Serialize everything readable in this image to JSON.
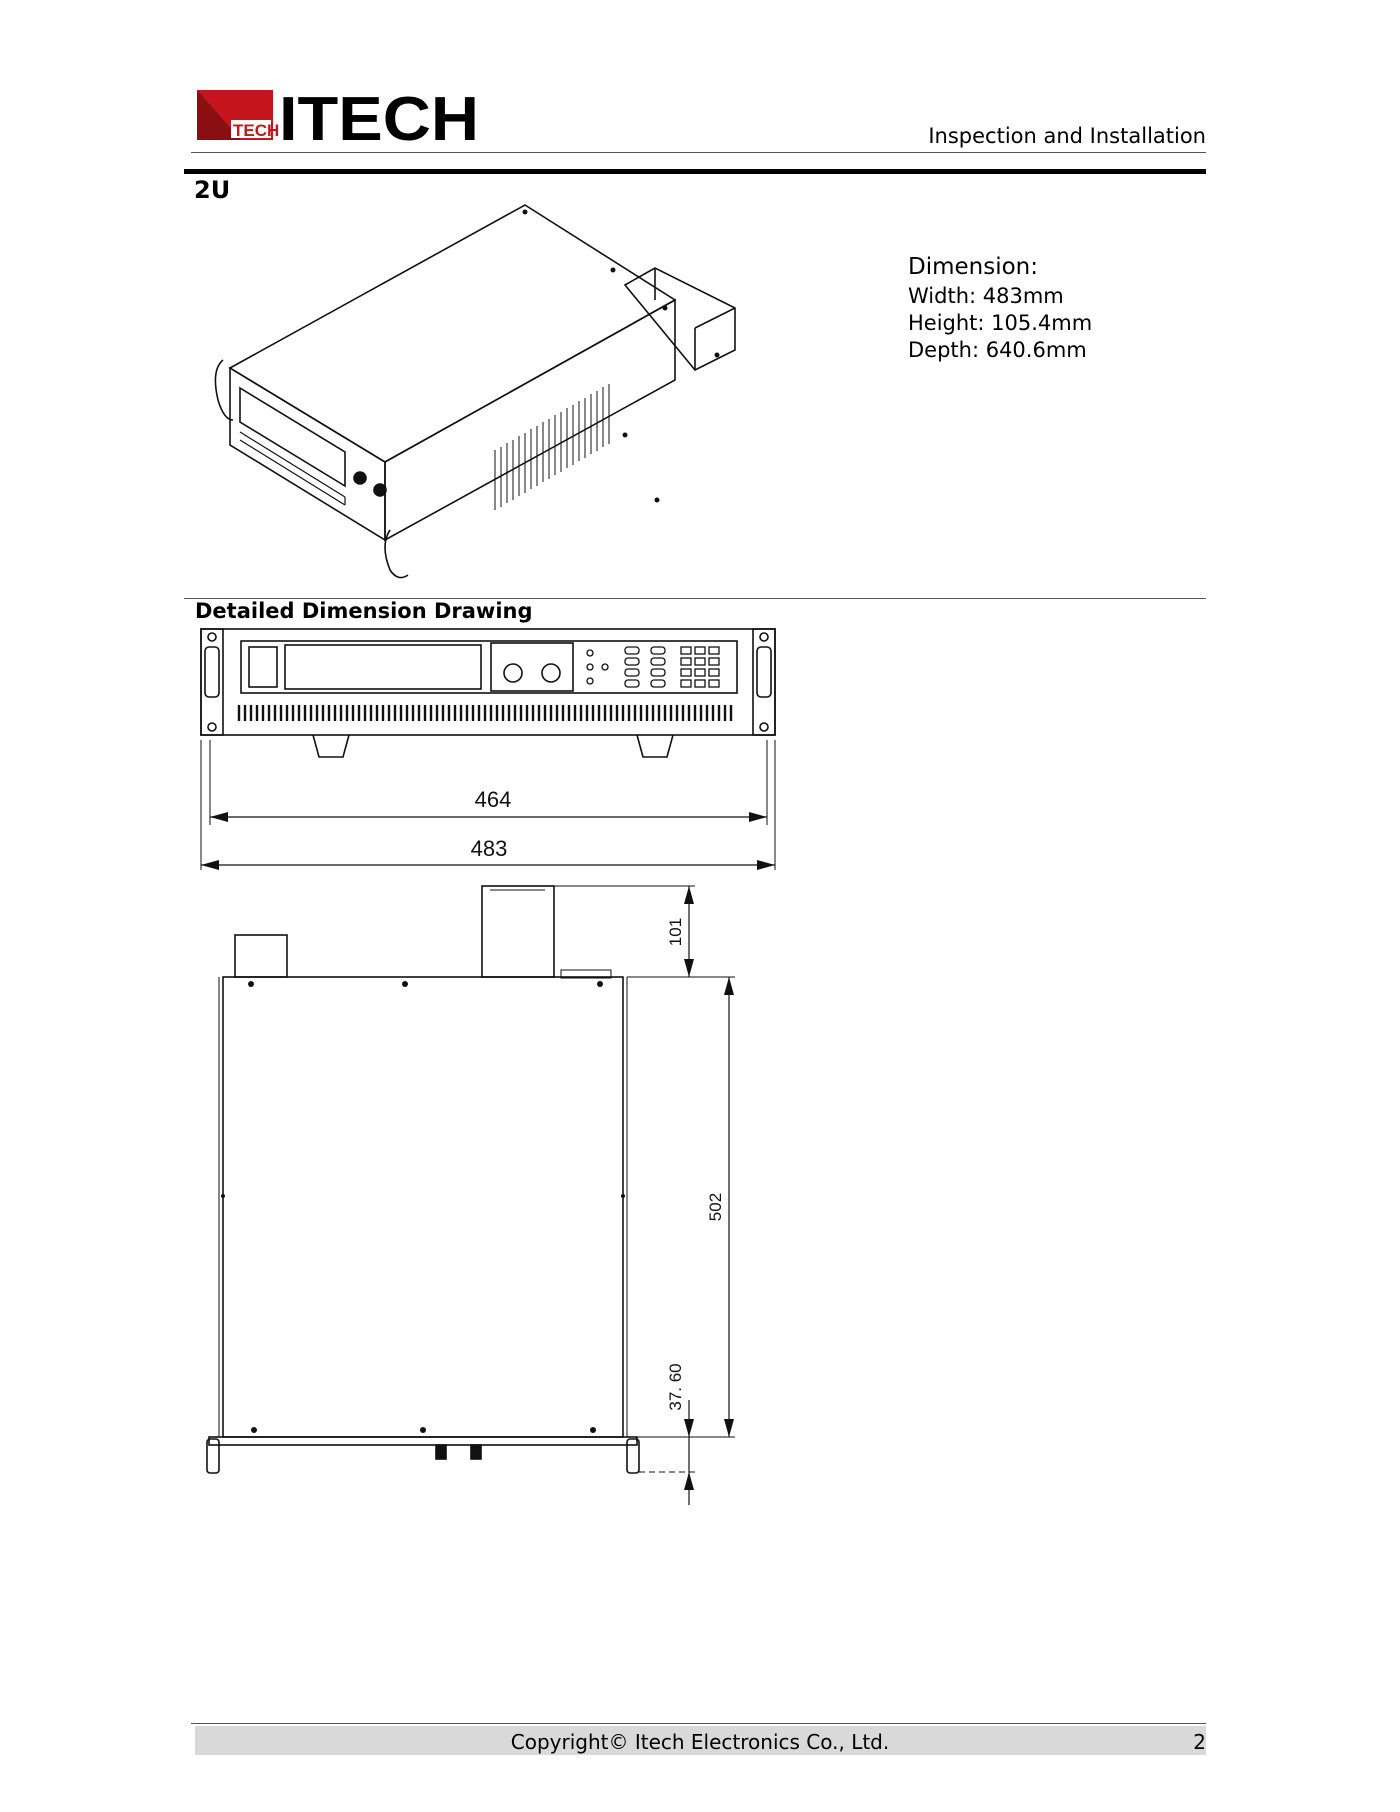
{
  "header": {
    "logo_small_text": "TECH",
    "logo_main_text": "ITECH",
    "section": "Inspection and Installation",
    "brand_color": "#c4161c"
  },
  "model_title": "2U",
  "dimension": {
    "heading": "Dimension:",
    "width": "Width: 483mm",
    "height": "Height: 105.4mm",
    "depth": "Depth: 640.6mm"
  },
  "detail_title": "Detailed Dimension Drawing",
  "drawing_labels": {
    "inner_width": "464",
    "outer_width": "483",
    "rear_protrusion": "101",
    "body_depth": "502",
    "front_protrusion": "37. 60"
  },
  "footer": {
    "copyright": "Copyright© Itech Electronics Co., Ltd.",
    "page": "2"
  }
}
